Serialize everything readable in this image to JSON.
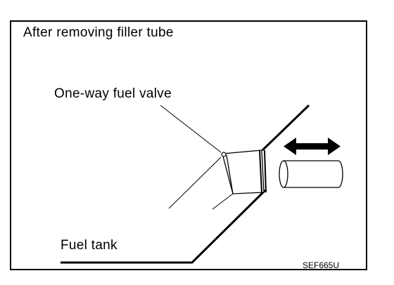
{
  "diagram": {
    "caption": "After removing filler tube",
    "labels": {
      "valve": "One-way fuel valve",
      "tank": "Fuel tank"
    },
    "figure_code": "SEF665U"
  }
}
